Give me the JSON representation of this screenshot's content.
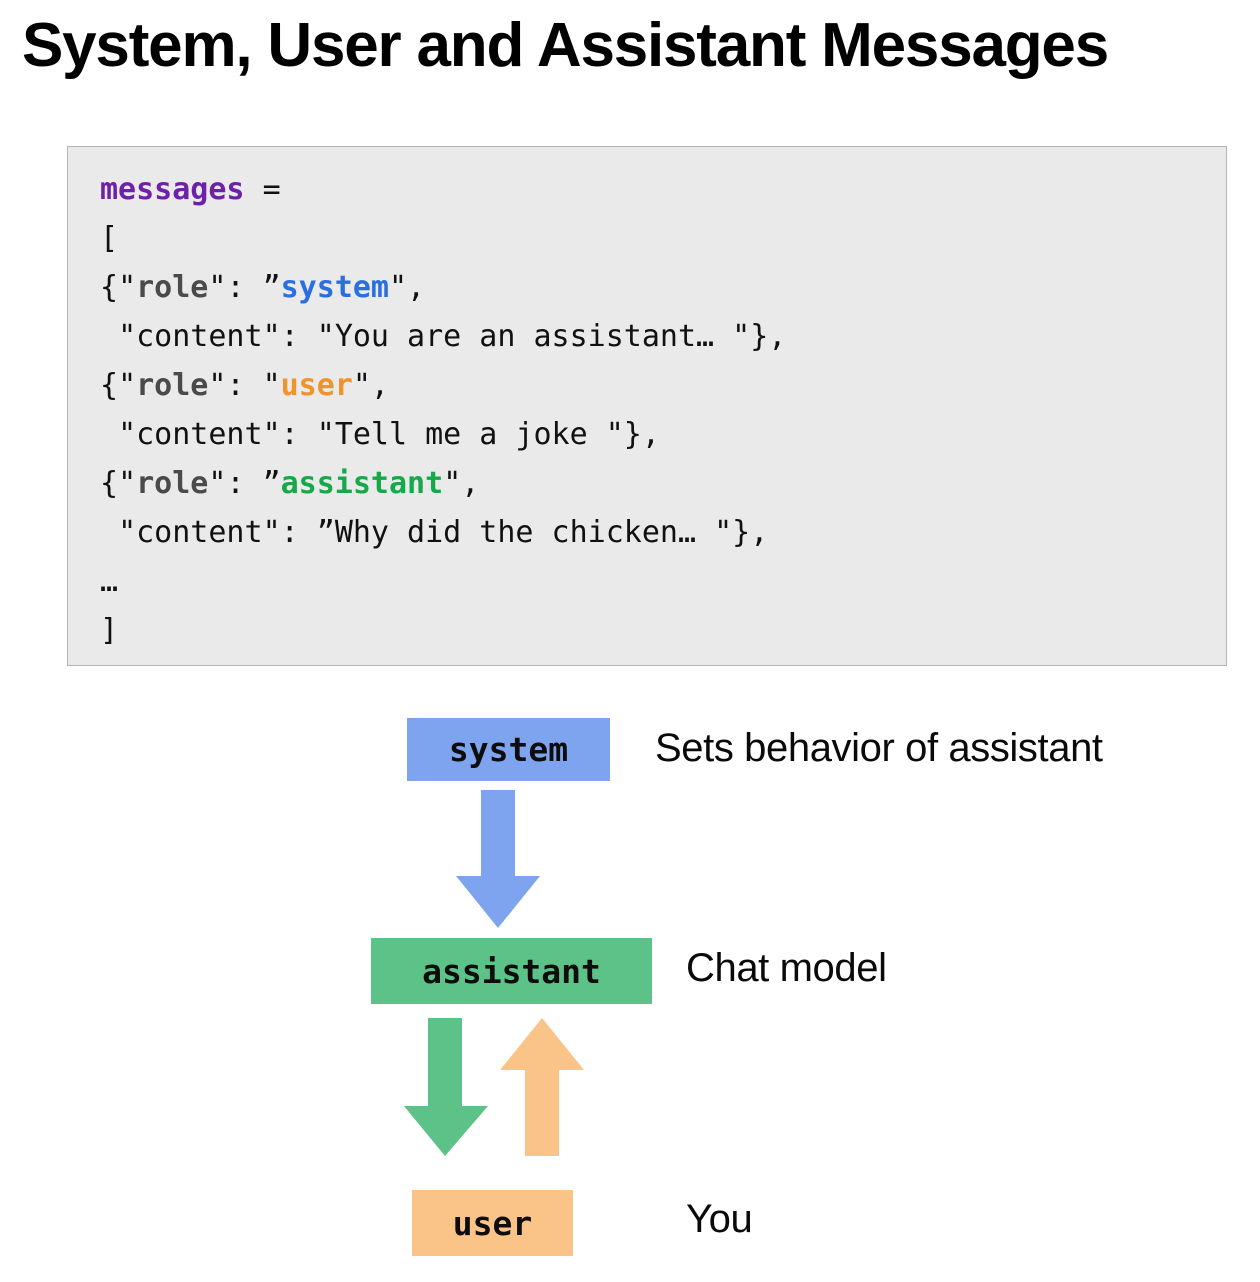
{
  "page": {
    "title": "System, User and Assistant Messages",
    "background": "#ffffff"
  },
  "code_block": {
    "background": "#eaeaea",
    "border_color": "#b4b4b4",
    "variable_name": "messages",
    "assign_operator": "=",
    "open_bracket": "[",
    "close_bracket": "]",
    "continuation": "…",
    "lines": [
      {
        "prefix": "{",
        "key_quote_open": "\"",
        "key": "role",
        "key_quote_close": "\"",
        "colon": ": ",
        "value_quote_open": "”",
        "value": "system",
        "value_quote_close": "\",",
        "value_role": "system"
      },
      {
        "prefix": " ",
        "key_quote_open": "\"",
        "key": "content",
        "key_quote_close": "\"",
        "colon": ": ",
        "value_quote_open": "\"",
        "value": "You are an assistant… ",
        "value_quote_close": "\"},",
        "value_role": "plain"
      },
      {
        "prefix": "{",
        "key_quote_open": "\"",
        "key": "role",
        "key_quote_close": "\"",
        "colon": ": ",
        "value_quote_open": "\"",
        "value": "user",
        "value_quote_close": "\",",
        "value_role": "user"
      },
      {
        "prefix": " ",
        "key_quote_open": "\"",
        "key": "content",
        "key_quote_close": "\"",
        "colon": ": ",
        "value_quote_open": "\"",
        "value": "Tell me a joke ",
        "value_quote_close": "\"},",
        "value_role": "plain"
      },
      {
        "prefix": "{",
        "key_quote_open": "\"",
        "key": "role",
        "key_quote_close": "\"",
        "colon": ": ",
        "value_quote_open": "”",
        "value": "assistant",
        "value_quote_close": "\",",
        "value_role": "assistant"
      },
      {
        "prefix": " ",
        "key_quote_open": "\"",
        "key": "content",
        "key_quote_close": "\"",
        "colon": ": ",
        "value_quote_open": "”",
        "value": "Why did the chicken… ",
        "value_quote_close": "\"},",
        "value_role": "plain"
      }
    ]
  },
  "diagram": {
    "boxes": [
      {
        "id": "system",
        "label": "system",
        "color": "#7fa4ef",
        "description": "Sets behavior of assistant"
      },
      {
        "id": "assistant",
        "label": "assistant",
        "color": "#5cc287",
        "description": "Chat model"
      },
      {
        "id": "user",
        "label": "user",
        "color": "#fac388",
        "description": "You"
      }
    ],
    "arrows": [
      {
        "id": "system-to-assistant",
        "from": "system",
        "to": "assistant",
        "direction": "down",
        "color": "#7fa4ef"
      },
      {
        "id": "assistant-to-user",
        "from": "assistant",
        "to": "user",
        "direction": "down",
        "color": "#5cc287"
      },
      {
        "id": "user-to-assistant",
        "from": "user",
        "to": "assistant",
        "direction": "up",
        "color": "#fac388"
      }
    ]
  },
  "colors": {
    "variable": "#6d21a8",
    "key": "#4a4a4a",
    "system": "#2a6fe0",
    "user": "#f0932b",
    "assistant": "#17a84a",
    "plain": "#111111"
  }
}
